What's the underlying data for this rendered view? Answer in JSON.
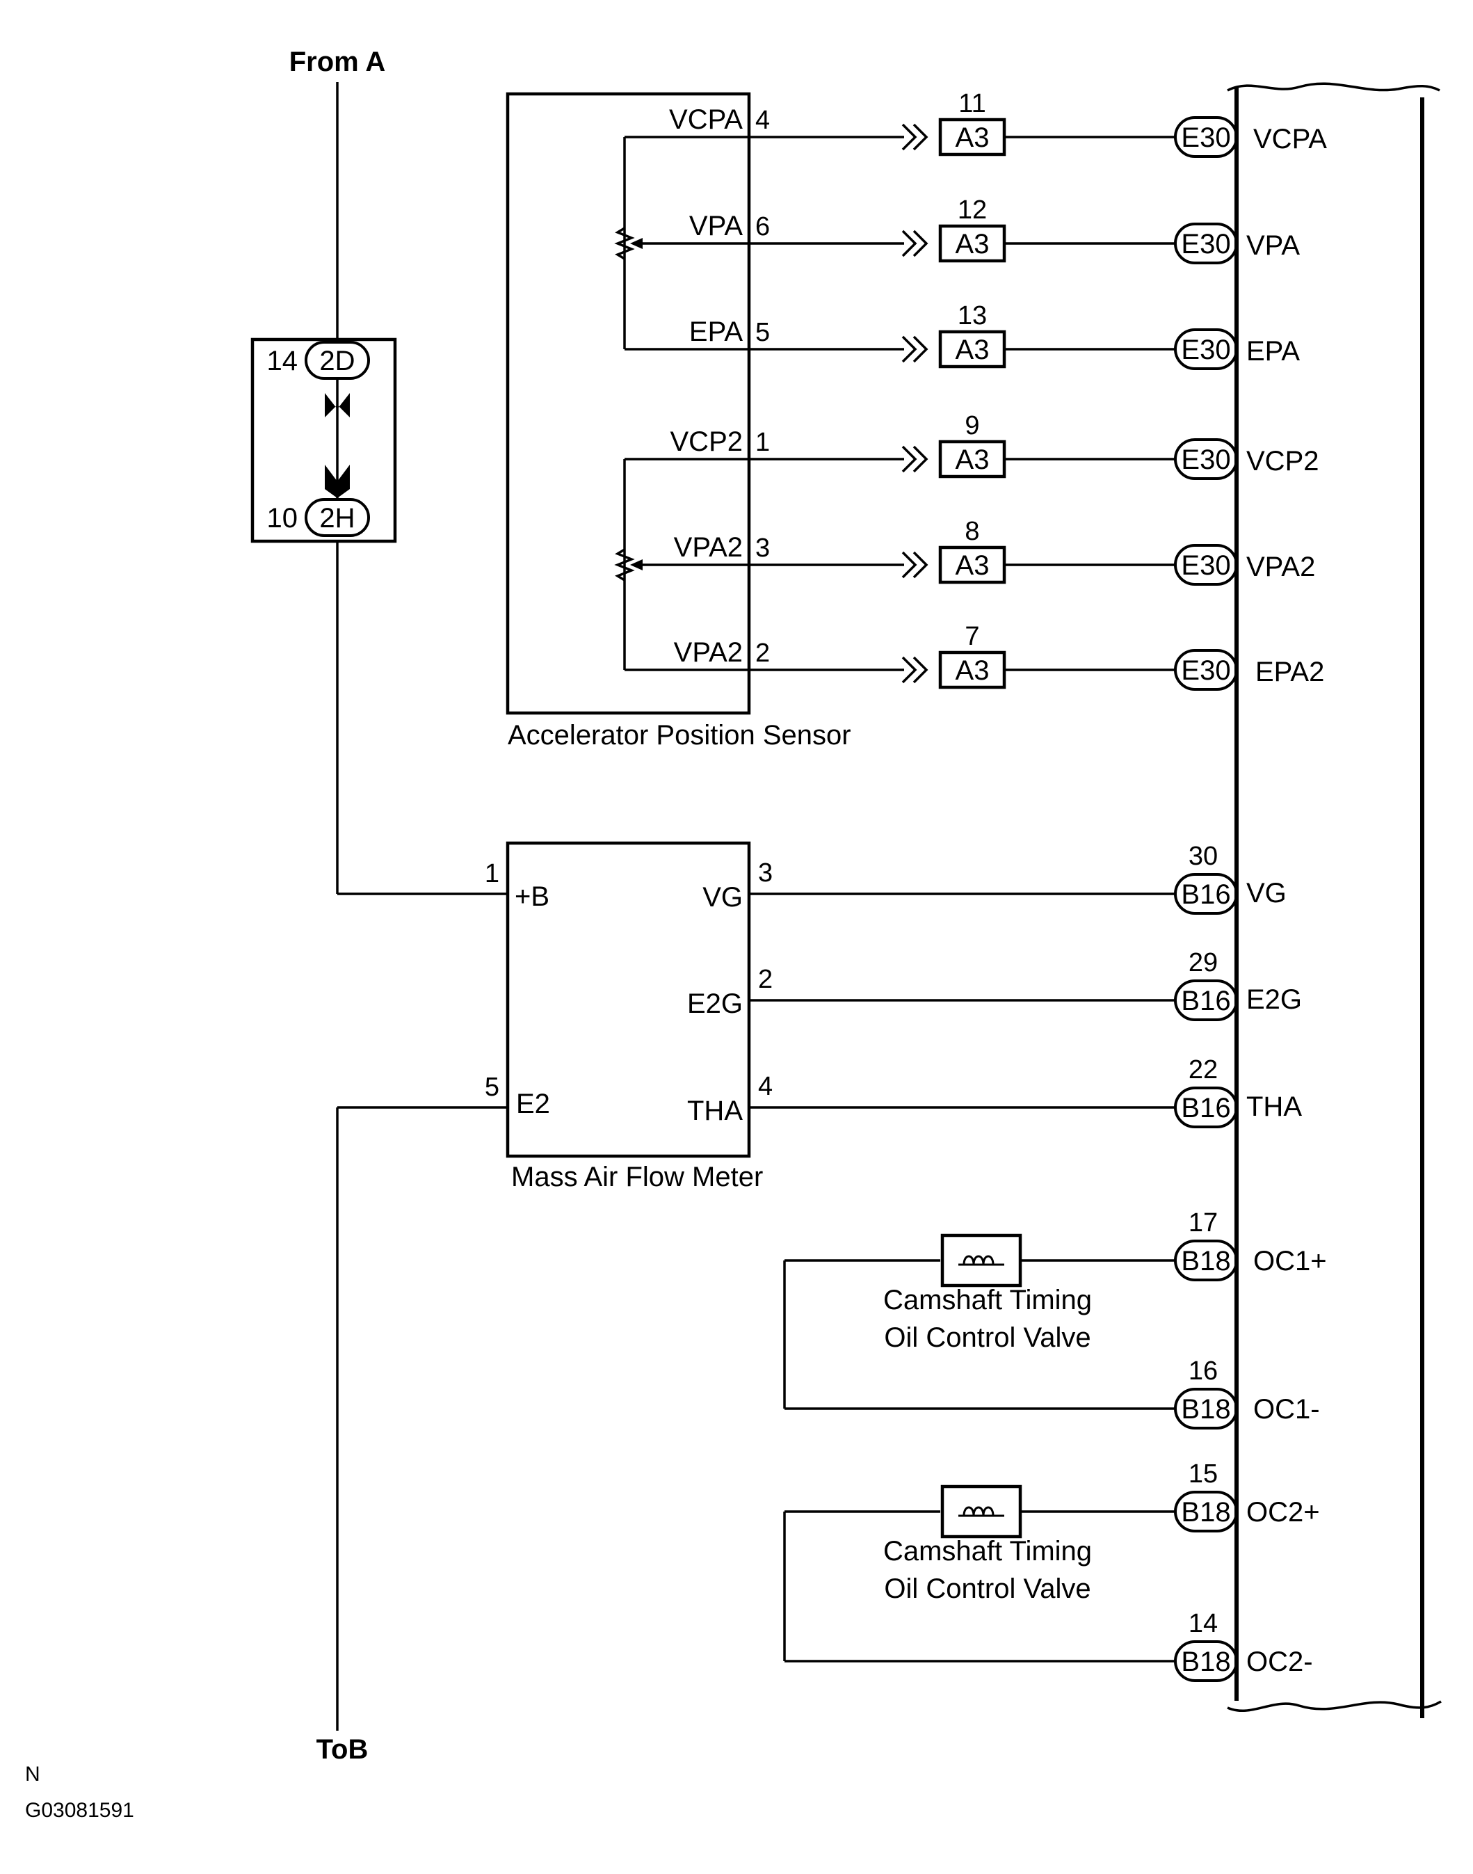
{
  "ends": {
    "from": "From A",
    "to": "ToB"
  },
  "footer": {
    "n": "N",
    "code": "G03081591"
  },
  "joint": {
    "top": {
      "pin": "14",
      "connector": "2D"
    },
    "bottom": {
      "pin": "10",
      "connector": "2H"
    }
  },
  "aps": {
    "title": "Accelerator Position Sensor",
    "signals": [
      {
        "name": "VCPA",
        "pin": "4",
        "relay_pin": "11",
        "relay": "A3",
        "ecm": "E30",
        "ecm_label": "VCPA"
      },
      {
        "name": "VPA",
        "pin": "6",
        "relay_pin": "12",
        "relay": "A3",
        "ecm": "E30",
        "ecm_label": "VPA"
      },
      {
        "name": "EPA",
        "pin": "5",
        "relay_pin": "13",
        "relay": "A3",
        "ecm": "E30",
        "ecm_label": "EPA"
      },
      {
        "name": "VCP2",
        "pin": "1",
        "relay_pin": "9",
        "relay": "A3",
        "ecm": "E30",
        "ecm_label": "VCP2"
      },
      {
        "name": "VPA2",
        "pin": "3",
        "relay_pin": "8",
        "relay": "A3",
        "ecm": "E30",
        "ecm_label": "VPA2"
      },
      {
        "name": "VPA2",
        "pin": "2",
        "relay_pin": "7",
        "relay": "A3",
        "ecm": "E30",
        "ecm_label": "EPA2"
      }
    ]
  },
  "maf": {
    "title": "Mass Air Flow Meter",
    "power": {
      "name": "+B",
      "pin": "1"
    },
    "ground": {
      "name": "E2",
      "pin": "5"
    },
    "signals": [
      {
        "name": "VG",
        "pin": "3",
        "ecm_pin": "30",
        "ecm": "B16",
        "ecm_label": "VG"
      },
      {
        "name": "E2G",
        "pin": "2",
        "ecm_pin": "29",
        "ecm": "B16",
        "ecm_label": "E2G"
      },
      {
        "name": "THA",
        "pin": "4",
        "ecm_pin": "22",
        "ecm": "B16",
        "ecm_label": "THA"
      }
    ]
  },
  "ocv": [
    {
      "label_1": "Camshaft Timing",
      "label_2": "Oil Control Valve",
      "plus": {
        "pin": "17",
        "connector": "B18",
        "label": "OC1+"
      },
      "minus": {
        "pin": "16",
        "connector": "B18",
        "label": "OC1-"
      }
    },
    {
      "label_1": "Camshaft Timing",
      "label_2": "Oil Control Valve",
      "plus": {
        "pin": "15",
        "connector": "B18",
        "label": "OC2+"
      },
      "minus": {
        "pin": "14",
        "connector": "B18",
        "label": "OC2-"
      }
    }
  ]
}
